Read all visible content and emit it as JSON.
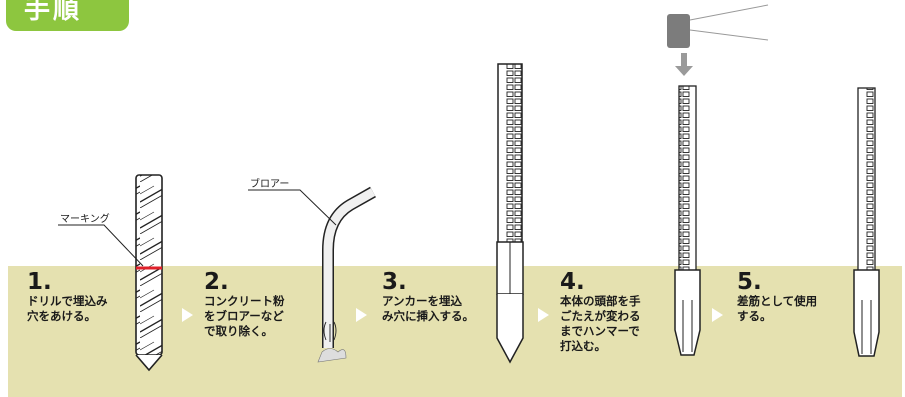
{
  "header": {
    "title": "手順"
  },
  "labels": {
    "marking": "マーキング",
    "blower": "ブロアー"
  },
  "steps": [
    {
      "number": "1.",
      "lines": [
        "ドリルで埋込み",
        "穴をあける。"
      ]
    },
    {
      "number": "2.",
      "lines": [
        "コンクリート粉",
        "をブロアーなど",
        "で取り除く。"
      ]
    },
    {
      "number": "3.",
      "lines": [
        "アンカーを埋込",
        "み穴に挿入する。"
      ]
    },
    {
      "number": "4.",
      "lines": [
        "本体の頭部を手",
        "ごたえが変わる",
        "までハンマーで",
        "打込む。"
      ]
    },
    {
      "number": "5.",
      "lines": [
        "差筋として使用",
        "する。"
      ]
    }
  ],
  "colors": {
    "title_bg": "#8dc63f",
    "ground": "#e5e1b0",
    "marking_line": "#e0202a",
    "arrow": "#ffffff",
    "hammer_arrow": "#9a9a9a"
  },
  "icons": [
    "drill-icon",
    "blower-icon",
    "anchor-icon",
    "hammer-icon",
    "rebar-icon"
  ]
}
